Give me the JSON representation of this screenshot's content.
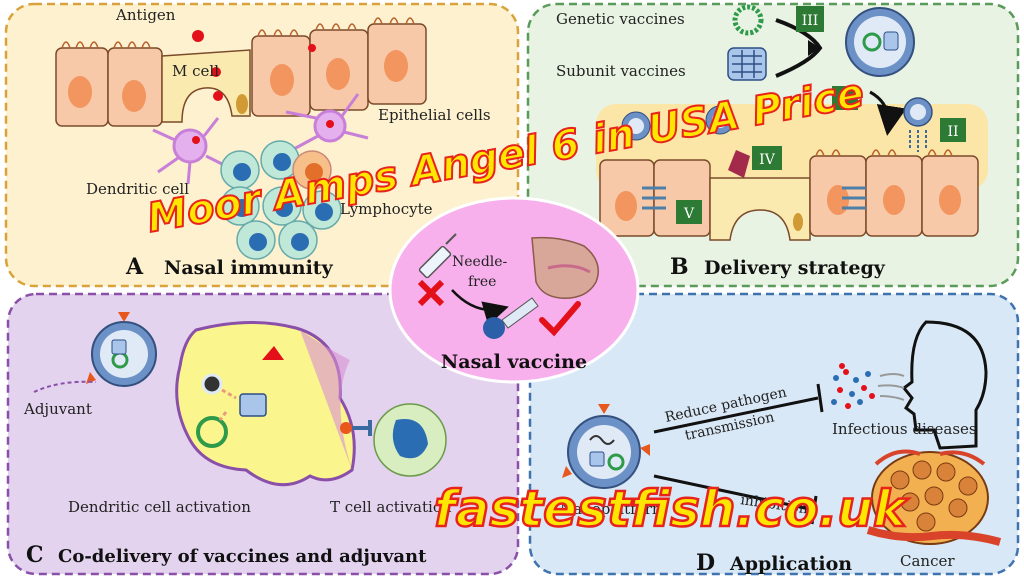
{
  "panels": {
    "a": {
      "letter": "A",
      "title": "Nasal immunity",
      "labels": {
        "antigen": "Antigen",
        "m_cell": "M cell",
        "epithelial": "Epithelial cells",
        "dendritic": "Dendritic cell",
        "lymphocyte": "Lymphocyte"
      }
    },
    "b": {
      "letter": "B",
      "title": "Delivery strategy",
      "labels": {
        "genetic": "Genetic vaccines",
        "subunit": "Subunit vaccines"
      },
      "steps": [
        "I",
        "II",
        "III",
        "IV",
        "V"
      ]
    },
    "c": {
      "letter": "C",
      "title": "Co-delivery of vaccines and adjuvant",
      "labels": {
        "adjuvant": "Adjuvant",
        "dc_activation": "Dendritic cell activation",
        "t_activation": "T cell activation"
      }
    },
    "d": {
      "letter": "D",
      "title": "Application",
      "labels": {
        "reduce_line1": "Reduce pathogen",
        "reduce_line2": "transmission",
        "infectious": "Infectious diseases",
        "inhibition": "inhibition",
        "nanoplatform": "Nanoplatform",
        "cancer": "Cancer"
      }
    },
    "center": {
      "needle_line1": "Needle-",
      "needle_line2": "free",
      "title": "Nasal vaccine"
    }
  },
  "watermarks": {
    "top": "Moor Amps Angel 6 in USA Price",
    "bottom": "fastestfish.co.uk"
  },
  "colors": {
    "panel_a_border": "#d9a23a",
    "panel_a_fill": "#fdf1cf",
    "panel_b_border": "#5a9a5a",
    "panel_b_fill": "#e8f3e3",
    "panel_c_border": "#8a4fa8",
    "panel_c_fill": "#e3d3ee",
    "panel_d_border": "#3f73b0",
    "panel_d_fill": "#d9e8f6",
    "center_fill": "#f7b0ec",
    "cell_fill": "#f8c9a8",
    "step_box": "#2d7a34",
    "watermark_fill": "#ffe600",
    "watermark_stroke": "#e8231b"
  }
}
